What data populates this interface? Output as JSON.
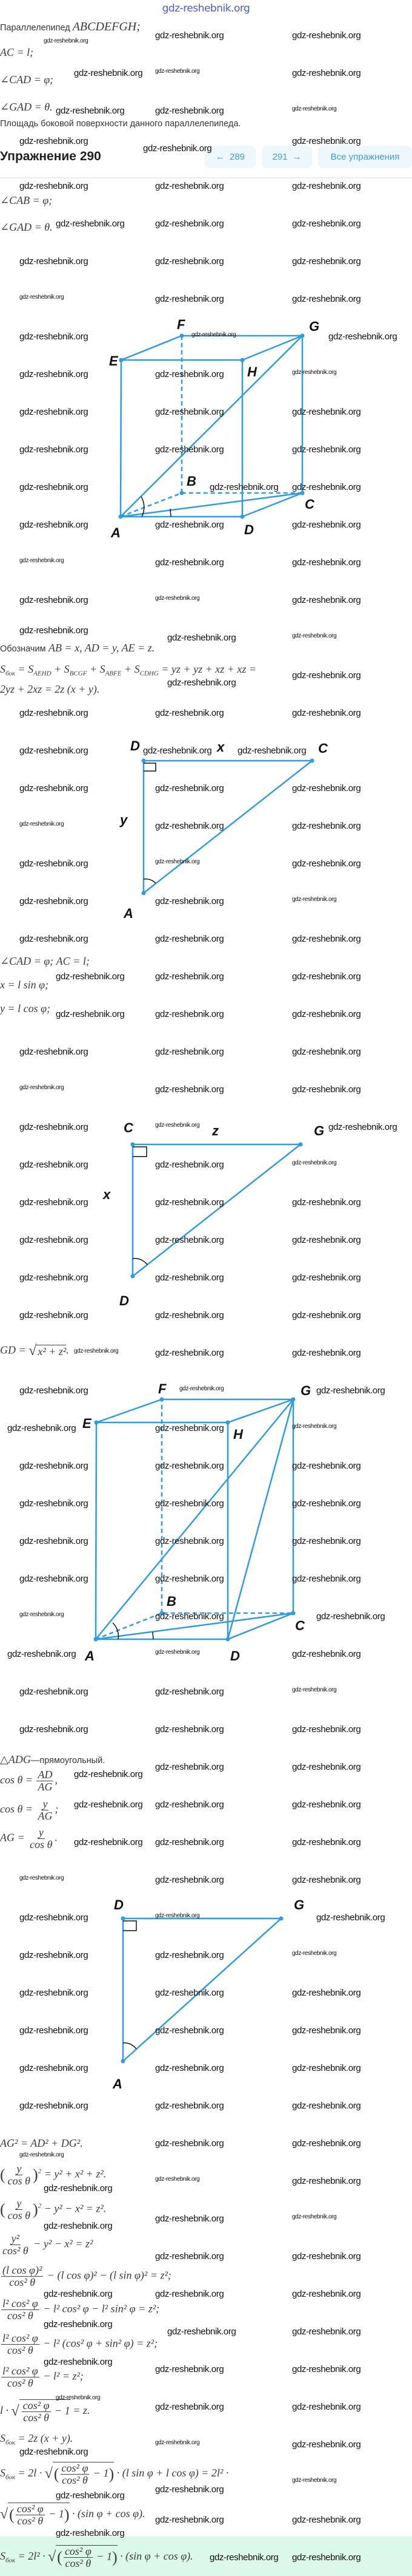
{
  "site_logo": "gdz-reshebnik.org",
  "watermark": "gdz-reshebnik.org",
  "given": {
    "figure": "Параллелепипед",
    "figure_name": "ABCDEFGH;",
    "ac": "AC = l;",
    "cad": "∠CAD = φ;",
    "gad": "∠GAD = θ.",
    "find": "Площадь боковой поверхности данного параллелепипеда."
  },
  "header": {
    "title": "Упражнение 290",
    "prev_arrow": "←",
    "prev": "289",
    "next": "291",
    "next_arrow": "→",
    "all": "Все упражнения"
  },
  "solution": {
    "cab": "∠CAB = φ;",
    "gad": "∠GAD = θ.",
    "notation_word": "Обозначим",
    "notation": "AB = x, AD = y, AE = z.",
    "s_side_1": "S",
    "sub_bok": "бок",
    "s_eq_parts": [
      " = S",
      "AEHD",
      " + S",
      "BCGF",
      " + S",
      "ABFE",
      " + S",
      "CDHG",
      " = yz + yz + xz + xz ="
    ],
    "s_side_2": "2yz + 2xz = 2z (x + y).",
    "tri1_given": "∠CAD = φ; AC = l;",
    "x_eq": "x = l sin φ;",
    "y_eq": "y = l cos φ;",
    "gd_eq_left": "GD = ",
    "gd_eq_root": "x² + z²",
    "gd_eq_end": ".",
    "adg_tri": "△ADG",
    "adg_word": "—прямоугольный.",
    "cos_lhs": "cos θ = ",
    "ad": "AD",
    "ag": "AG",
    "y": "y",
    "cos_theta": "cos θ",
    "cos2_theta": "cos² θ",
    "comma": ",",
    "semicolon": ";",
    "dot": ".",
    "ag_lhs": "AG = ",
    "pyth": "AG² = AD² + DG².",
    "eq1_rhs": " = y² + x² + z².",
    "eq2_rhs": " − y² − x² = z².",
    "eq3_num": "y²",
    "eq3_rhs": " − y² − x² = z²",
    "eq4_num": "(l cos φ)²",
    "eq4_rhs": " − (l cos φ)² − (l sin φ)² = z²;",
    "l2cos2phi": "l² cos² φ",
    "eq5_rhs": " − l² cos² φ − l² sin² φ = z²;",
    "eq6_rhs": " − l² (cos² φ + sin² φ) = z²;",
    "eq7_rhs": " − l² = z²;",
    "cos2_phi": "cos² φ",
    "eq8_lhs": "l · ",
    "minus_one": " − 1",
    "eq8_rhs": " = z.",
    "s_formula": " = 2z (x + y).",
    "s_long_lhs": " = 2l · ",
    "s_long_mid": " · (l sin φ + l cos φ) = 2l² ·",
    "s_long_end": " · (sin φ + cos φ).",
    "final_lhs": " = 2l² · ",
    "final_end": " · (sin φ + cos φ)."
  },
  "figures": {
    "cube_labels": {
      "A": "A",
      "B": "B",
      "C": "C",
      "D": "D",
      "E": "E",
      "F": "F",
      "G": "G",
      "H": "H"
    },
    "tri1_labels": {
      "D": "D",
      "C": "C",
      "A": "A",
      "x": "x",
      "y": "y"
    },
    "tri2_labels": {
      "C": "C",
      "G": "G",
      "D": "D",
      "z": "z",
      "x": "x"
    },
    "tri3_labels": {
      "D": "D",
      "G": "G",
      "A": "A"
    },
    "line_color": "#2f9be0",
    "highlight_color": "#dcf8ea"
  }
}
